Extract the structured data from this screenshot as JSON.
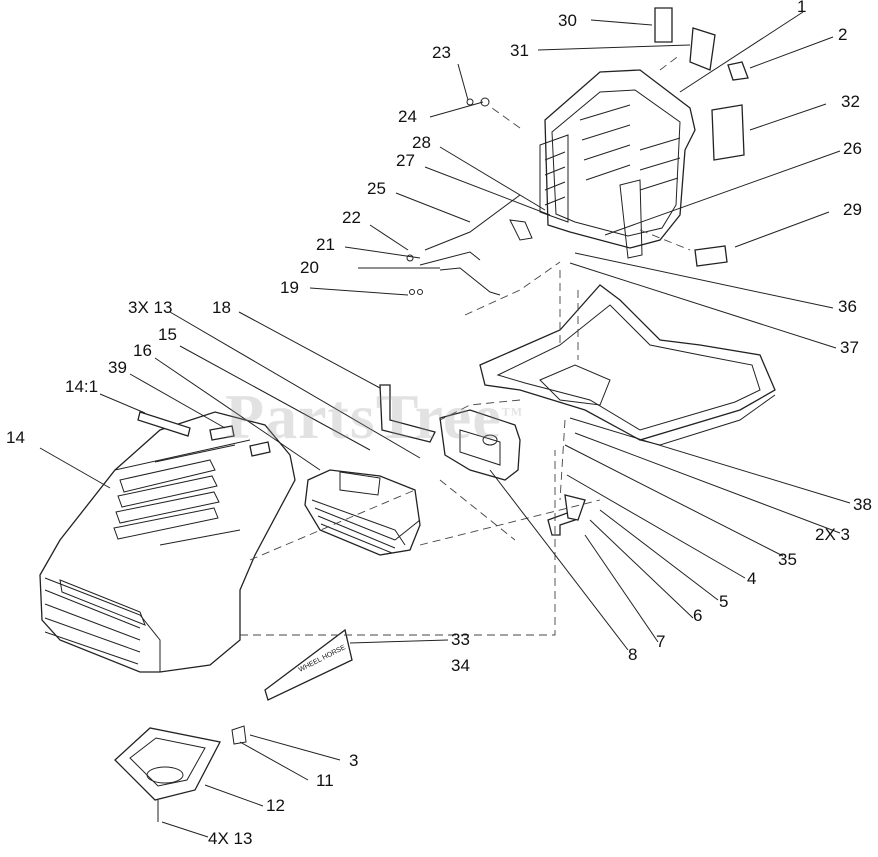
{
  "watermark": {
    "text": "PartsTree",
    "mark": "TM"
  },
  "hood_decal_text": "WHEEL HORSE",
  "callouts": {
    "c1": "1",
    "c2": "2",
    "c3": "3",
    "c2x3": "2X 3",
    "c3x13": "3X 13",
    "c4": "4",
    "c4x13": "4X 13",
    "c5": "5",
    "c6": "6",
    "c7": "7",
    "c8": "8",
    "c11": "11",
    "c12": "12",
    "c14": "14",
    "c14_1": "14:1",
    "c15": "15",
    "c16": "16",
    "c18": "18",
    "c19": "19",
    "c20": "20",
    "c21": "21",
    "c22": "22",
    "c23": "23",
    "c24": "24",
    "c25": "25",
    "c26": "26",
    "c27": "27",
    "c28": "28",
    "c29": "29",
    "c30": "30",
    "c31": "31",
    "c32": "32",
    "c33": "33",
    "c34": "34",
    "c35": "35",
    "c36": "36",
    "c37": "37",
    "c38": "38",
    "c39": "39"
  }
}
